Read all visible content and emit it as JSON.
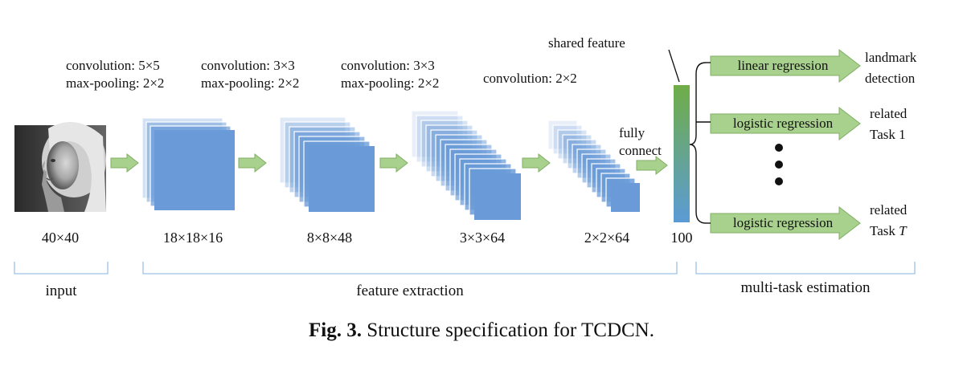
{
  "input": {
    "size": "40×40"
  },
  "stages": [
    {
      "label_line1": "convolution: 5×5",
      "label_line2": "max-pooling: 2×2",
      "dims": "18×18×16"
    },
    {
      "label_line1": "convolution: 3×3",
      "label_line2": "max-pooling: 2×2",
      "dims": "8×8×48"
    },
    {
      "label_line1": "convolution: 3×3",
      "label_line2": "max-pooling: 2×2",
      "dims": "3×3×64"
    },
    {
      "label_line1": "convolution: 2×2",
      "dims": "2×2×64"
    }
  ],
  "fully_connect": {
    "line1": "fully",
    "line2": "connect"
  },
  "shared_feature": {
    "label": "shared feature",
    "dims": "100"
  },
  "tasks": [
    {
      "method": "linear regression",
      "target_line1": "landmark",
      "target_line2": "detection"
    },
    {
      "method": "logistic regression",
      "target_line1": "related",
      "target_line2": "Task 1"
    },
    {
      "method": "logistic regression",
      "target_line1": "related",
      "target_line2_prefix": "Task ",
      "target_line2_var": "T"
    }
  ],
  "sections": {
    "input": "input",
    "feature_extraction": "feature extraction",
    "multi_task": "multi-task estimation"
  },
  "caption": {
    "prefix": "Fig. 3.",
    "text": " Structure specification for TCDCN."
  },
  "colors": {
    "feature_map": "#6a9bd8",
    "arrow_fill": "#a9d18e",
    "arrow_stroke": "#7fae63",
    "bracket": "#9dc3e6",
    "feature_top": "#70ad47",
    "feature_bottom": "#5b9bd5"
  }
}
